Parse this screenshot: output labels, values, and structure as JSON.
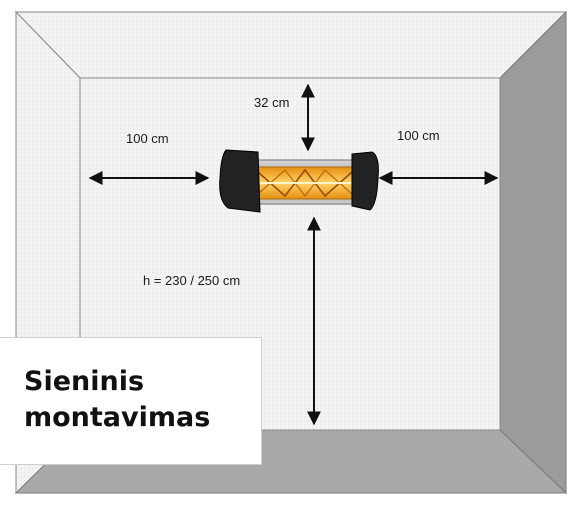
{
  "room": {
    "colors": {
      "back_wall": "#f2f2f2",
      "ceiling": "#e9e9e9",
      "left_wall": "#eeeeee",
      "right_wall": "#9b9b9b",
      "floor": "#a9a9a9",
      "edge": "#7a7a7a"
    }
  },
  "heater": {
    "icon": "infrared-heater-icon",
    "colors": {
      "body": "#9c9c9c",
      "end_caps": "#222222",
      "element_glow": "#f3a21b",
      "element_core": "#ffd36b"
    }
  },
  "dimensions": {
    "top": "32 cm",
    "left": "100 cm",
    "right": "100 cm",
    "height": "h = 230 / 250 cm"
  },
  "label": {
    "line1": "Sieninis",
    "line2": "montavimas"
  }
}
